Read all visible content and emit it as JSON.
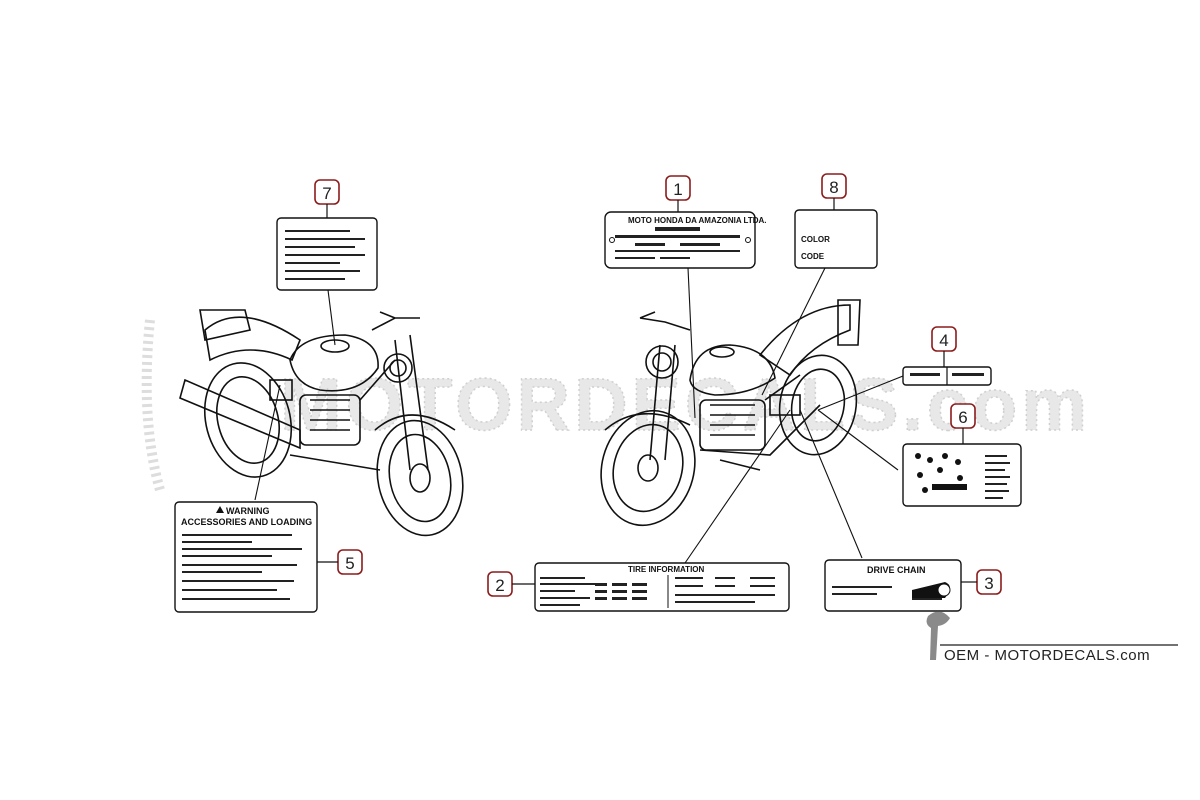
{
  "callouts": [
    {
      "id": "callout-1",
      "label": "1"
    },
    {
      "id": "callout-2",
      "label": "2"
    },
    {
      "id": "callout-3",
      "label": "3"
    },
    {
      "id": "callout-4",
      "label": "4"
    },
    {
      "id": "callout-5",
      "label": "5"
    },
    {
      "id": "callout-6",
      "label": "6"
    },
    {
      "id": "callout-7",
      "label": "7"
    },
    {
      "id": "callout-8",
      "label": "8"
    }
  ],
  "labels": {
    "label_1_title": "MOTO HONDA DA AMAZONIA LTDA.",
    "label_2_title": "TIRE INFORMATION",
    "label_3_title": "DRIVE CHAIN",
    "label_5_warning": "WARNING",
    "label_5_title": "ACCESSORIES AND LOADING",
    "label_8_color": "COLOR",
    "label_8_code": "CODE"
  },
  "watermark": {
    "text": "MOTORDECALS.com",
    "brand": "OEM - MOTORDECALS.com"
  },
  "colors": {
    "callout_border": "#8b1c1c",
    "line": "#111111",
    "watermark": "#e0e0e0"
  }
}
